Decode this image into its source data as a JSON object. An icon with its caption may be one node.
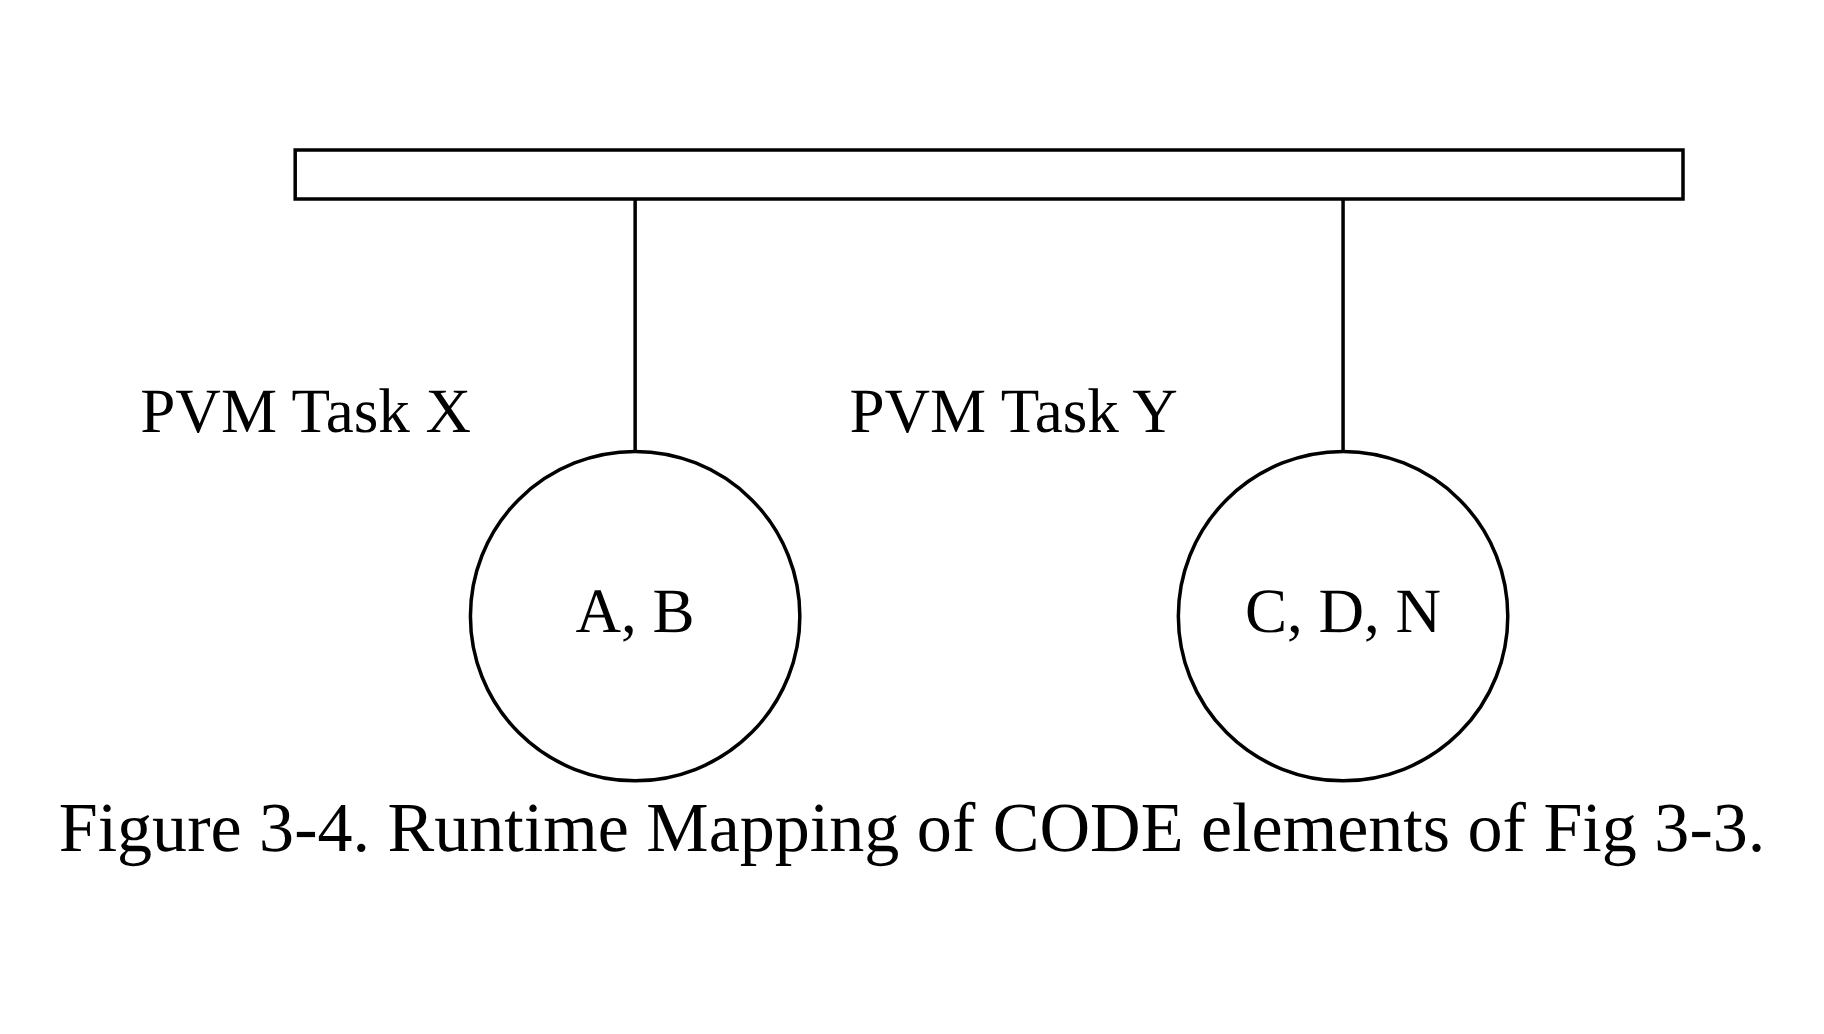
{
  "diagram": {
    "caption": "Figure 3-4. Runtime Mapping of CODE elements of Fig 3-3.",
    "nodes": [
      {
        "text": [],
        "shape": "bar"
      },
      {
        "text": [
          "A, B"
        ],
        "beside": [
          "PVM Task X"
        ]
      },
      {
        "text": [
          "C, D, N"
        ],
        "beside": [
          "PVM Task Y"
        ]
      }
    ],
    "edges": [
      {
        "from": 0,
        "to": 1,
        "arrow": "none"
      },
      {
        "from": 0,
        "to": 2,
        "arrow": "none"
      }
    ]
  }
}
